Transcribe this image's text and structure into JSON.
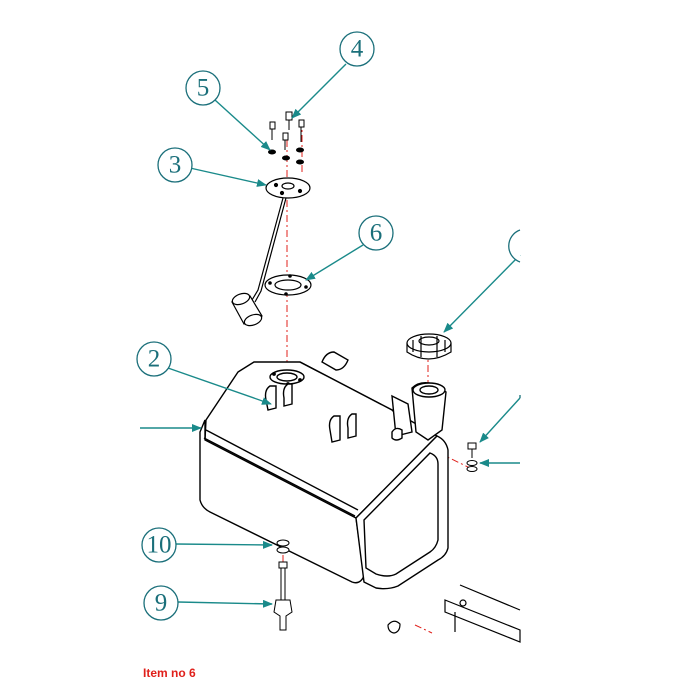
{
  "callouts": [
    "2",
    "3",
    "4",
    "5",
    "6",
    "9",
    "10"
  ],
  "caption": "Item no 6",
  "colors": {
    "callout": "#1a6f7a",
    "leader": "#1a8a8a",
    "centerline": "#e0201b",
    "linework": "#000000",
    "caption": "#e0201b"
  }
}
